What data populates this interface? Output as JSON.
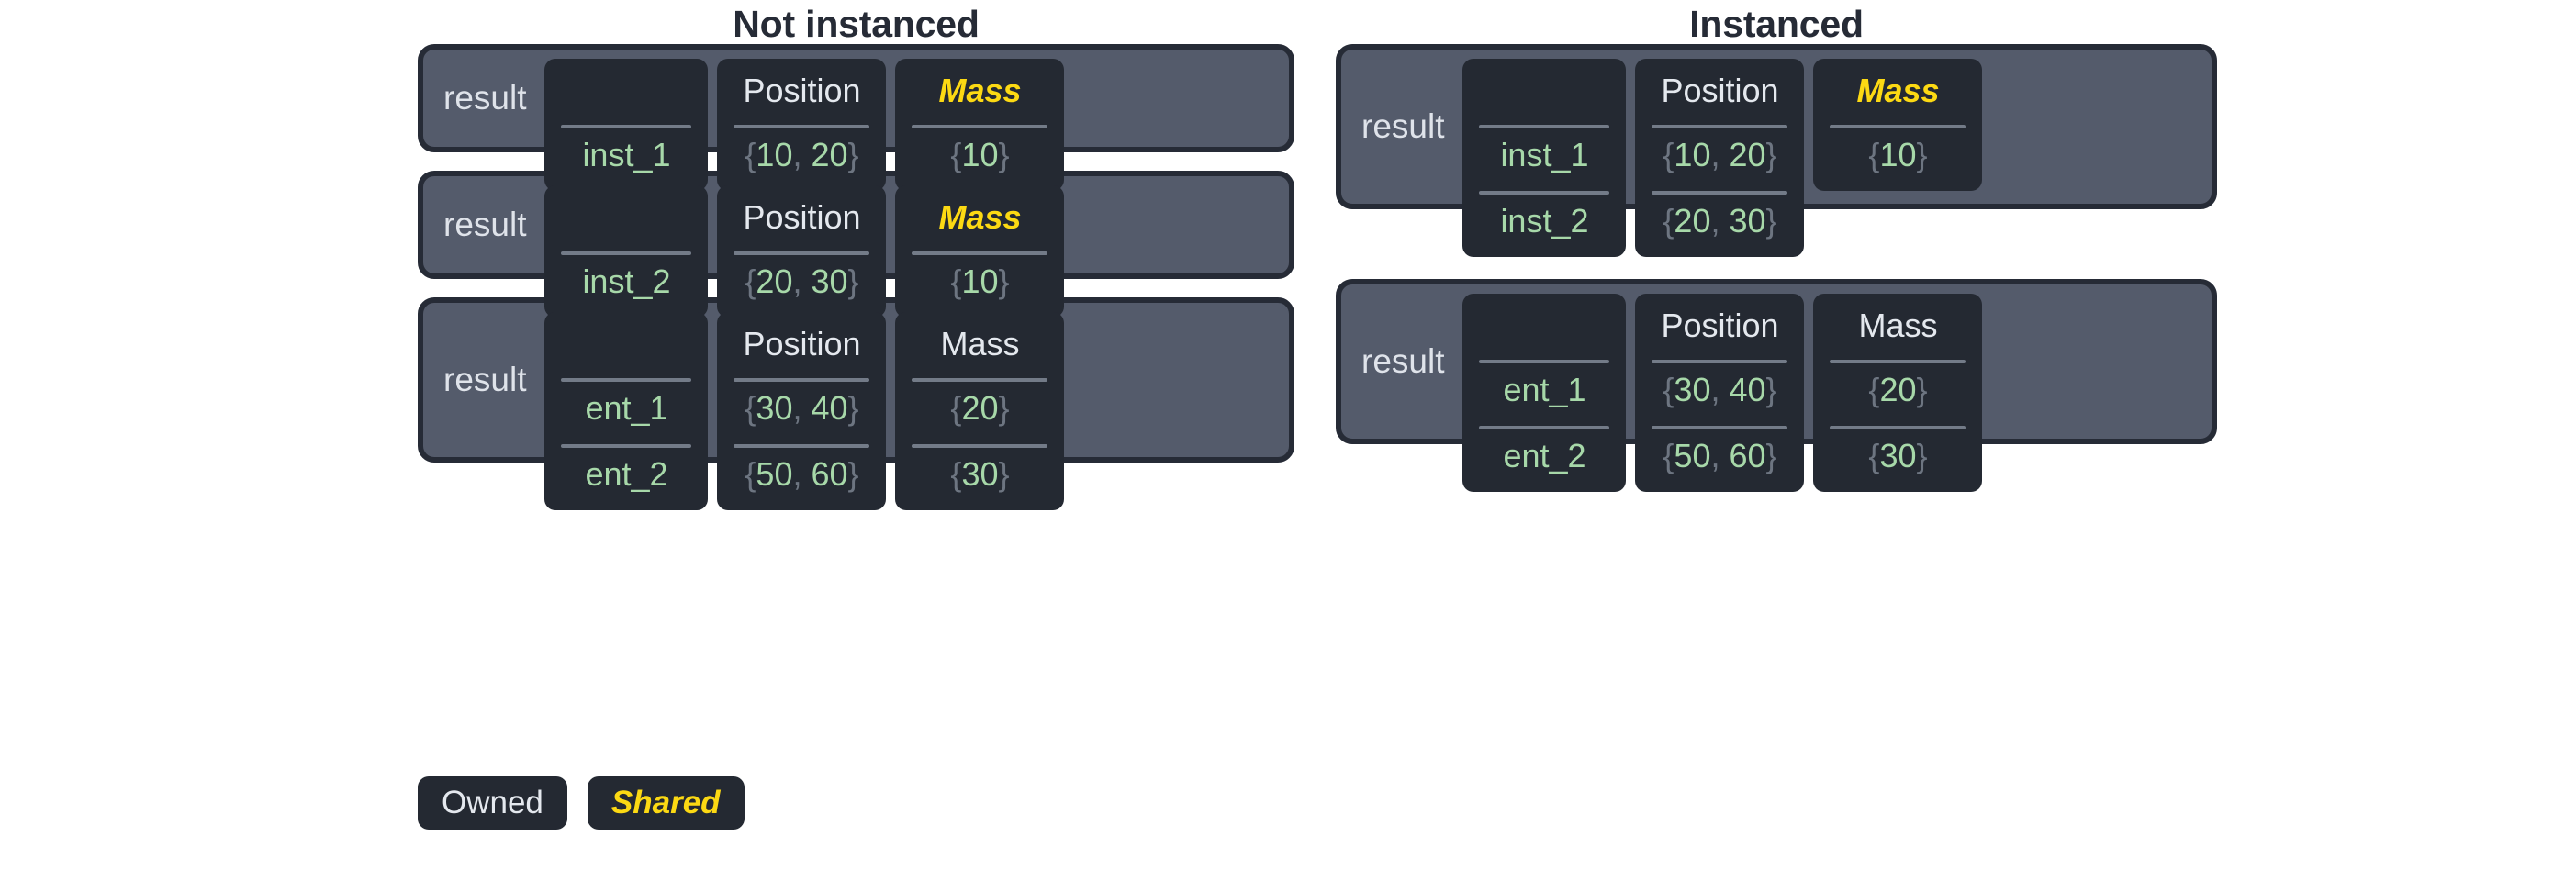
{
  "colors": {
    "page_background": "#ffffff",
    "card_background": "#545b6b",
    "card_border": "#262b36",
    "cell_background": "#242932",
    "owned_text": "#e4e8ee",
    "shared_text": "#fcd913",
    "value_text": "#a7d8a9",
    "punctuation_text": "#6d7581",
    "title_text": "#262b36",
    "rule": "#737b88"
  },
  "columns": {
    "left": {
      "title": "Not instanced"
    },
    "right": {
      "title": "Instanced"
    }
  },
  "headers": {
    "blank": "",
    "position": "Position",
    "mass": "Mass"
  },
  "row_label": "result",
  "not_instanced": {
    "tables": [
      {
        "label": "result",
        "headers": [
          {
            "text": "",
            "style": "blank"
          },
          {
            "text": "Position",
            "style": "owned"
          },
          {
            "text": "Mass",
            "style": "shared"
          }
        ],
        "rows": [
          {
            "name": "inst_1",
            "position": "{10, 20}",
            "mass": "{10}"
          }
        ]
      },
      {
        "label": "result",
        "headers": [
          {
            "text": "",
            "style": "blank"
          },
          {
            "text": "Position",
            "style": "owned"
          },
          {
            "text": "Mass",
            "style": "shared"
          }
        ],
        "rows": [
          {
            "name": "inst_2",
            "position": "{20, 30}",
            "mass": "{10}"
          }
        ]
      },
      {
        "label": "result",
        "headers": [
          {
            "text": "",
            "style": "blank"
          },
          {
            "text": "Position",
            "style": "owned"
          },
          {
            "text": "Mass",
            "style": "owned"
          }
        ],
        "rows": [
          {
            "name": "ent_1",
            "position": "{30, 40}",
            "mass": "{20}"
          },
          {
            "name": "ent_2",
            "position": "{50, 60}",
            "mass": "{30}"
          }
        ]
      }
    ]
  },
  "instanced": {
    "tables": [
      {
        "label": "result",
        "headers": [
          {
            "text": "",
            "style": "blank"
          },
          {
            "text": "Position",
            "style": "owned"
          },
          {
            "text": "Mass",
            "style": "shared"
          }
        ],
        "rows": [
          {
            "name": "inst_1",
            "position": "{10, 20}",
            "mass": "{10}"
          },
          {
            "name": "inst_2",
            "position": "{20, 30}",
            "mass": null
          }
        ],
        "mass_spans_rows": 1
      },
      {
        "label": "result",
        "headers": [
          {
            "text": "",
            "style": "blank"
          },
          {
            "text": "Position",
            "style": "owned"
          },
          {
            "text": "Mass",
            "style": "owned"
          }
        ],
        "rows": [
          {
            "name": "ent_1",
            "position": "{30, 40}",
            "mass": "{20}"
          },
          {
            "name": "ent_2",
            "position": "{50, 60}",
            "mass": "{30}"
          }
        ],
        "mass_spans_rows": 2
      }
    ]
  },
  "legend": {
    "items": [
      {
        "label": "Owned",
        "style": "owned"
      },
      {
        "label": "Shared",
        "style": "shared"
      }
    ]
  }
}
